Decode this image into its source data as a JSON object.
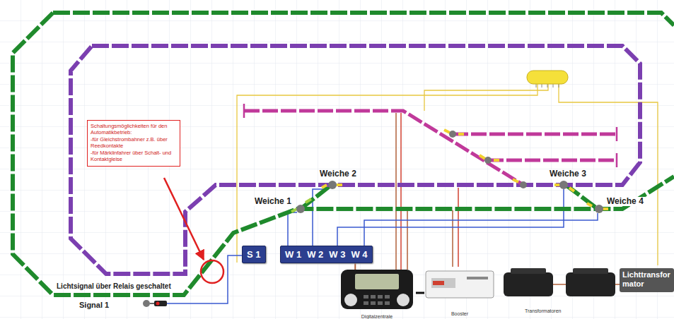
{
  "diagram": {
    "nodes": [
      {
        "text": [
          "Schaltungsmöglichkeiten für den Automatikbetrieb:",
          "-für Gleichstrombahner z.B. über Reedkontakte",
          "-für Märklinfahrer über Schalt- und Kontaktgleise"
        ]
      },
      {
        "text": [
          "S 1"
        ]
      },
      {
        "text": [
          "W 1",
          "W 2",
          "W 3",
          "W 4"
        ]
      },
      {
        "text": [
          "Digitalzentrale"
        ]
      },
      {
        "text": [
          "Booster"
        ]
      },
      {
        "text": [
          "Lichttransformator"
        ]
      }
    ],
    "edges": [
      {
        "from": 2,
        "to": 3,
        "arrow": "none"
      },
      {
        "from": 3,
        "to": 4,
        "arrow": "none"
      }
    ],
    "labels": [
      "Weiche 1",
      "Weiche 2",
      "Weiche 3",
      "Weiche 4",
      "Lichtsignal über Relais geschaltet",
      "Signal 1",
      "Transformatoren"
    ]
  }
}
